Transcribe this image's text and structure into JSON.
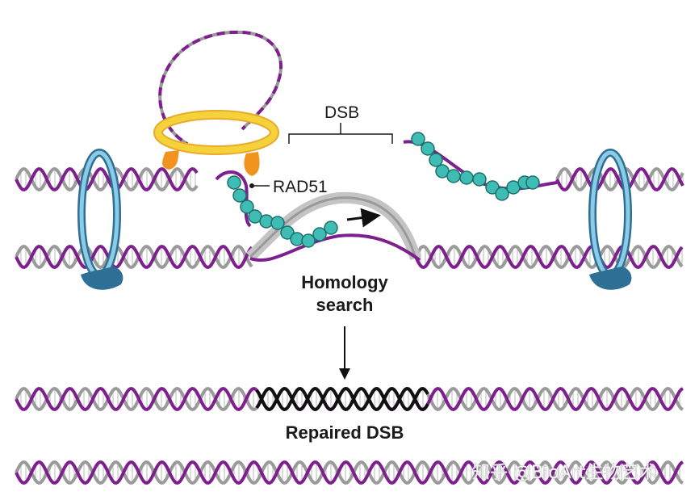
{
  "labels": {
    "dsb": "DSB",
    "rad51": "RAD51",
    "homology_line1": "Homology",
    "homology_line2": "search",
    "repaired": "Repaired DSB"
  },
  "watermark": "知乎 @BioArt生物艺术",
  "colors": {
    "strand_purple": "#7d1f8c",
    "strand_gray": "#9a9a9a",
    "rung_gray": "#c4c4c4",
    "repaired_black": "#111111",
    "rad51_teal": "#3fbcb4",
    "cohesin_blue": "#5fb3d6",
    "cohesin_dark": "#2e6f95",
    "ring_yellow": "#f5d23a",
    "ring_orange": "#f0941f"
  }
}
